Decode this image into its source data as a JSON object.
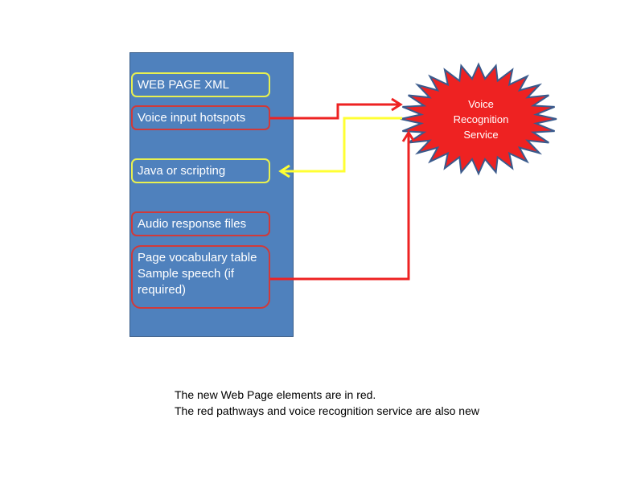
{
  "panel": {
    "items": [
      {
        "label": "WEB PAGE XML",
        "color": "yellow"
      },
      {
        "label": "Voice input hotspots",
        "color": "red"
      },
      {
        "label": "Java or scripting",
        "color": "yellow"
      },
      {
        "label": "Audio response files",
        "color": "red"
      },
      {
        "label": "Page vocabulary table Sample speech (if required)",
        "color": "red"
      }
    ]
  },
  "service": {
    "line1": "Voice",
    "line2": "Recognition",
    "line3": "Service"
  },
  "caption": {
    "line1": "The new Web Page elements are in red.",
    "line2": "The red pathways and voice recognition service are also new"
  },
  "colors": {
    "panel": "#4f81bd",
    "red": "#ee2222",
    "yellow": "#ffff33",
    "star_outline": "#3a5a8c"
  }
}
